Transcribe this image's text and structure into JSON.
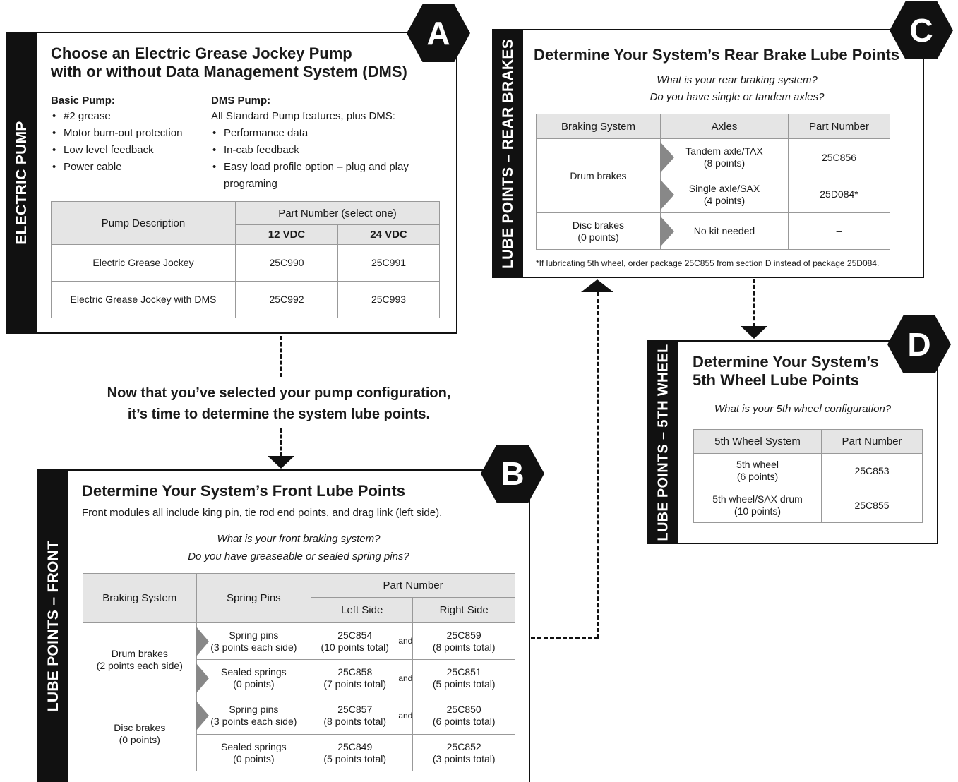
{
  "panel_a": {
    "badge": "A",
    "sidebar": "ELECTRIC PUMP",
    "title_line1": "Choose an Electric Grease Jockey Pump",
    "title_line2": "with or without Data Management System (DMS)",
    "basic_heading": "Basic Pump:",
    "basic_items": [
      "#2 grease",
      "Motor burn-out protection",
      "Low level feedback",
      "Power cable"
    ],
    "dms_heading": "DMS Pump:",
    "dms_intro": "All Standard Pump features, plus DMS:",
    "dms_items": [
      "Performance data",
      "In-cab feedback",
      "Easy load profile option – plug and play programing"
    ],
    "table": {
      "col_desc": "Pump Description",
      "col_part": "Part Number (select one)",
      "col_12": "12 VDC",
      "col_24": "24 VDC",
      "rows": [
        {
          "desc": "Electric Grease Jockey",
          "v12": "25C990",
          "v24": "25C991"
        },
        {
          "desc": "Electric Grease Jockey with DMS",
          "v12": "25C992",
          "v24": "25C993"
        }
      ]
    }
  },
  "transition": {
    "line1": "Now that you’ve selected your pump configuration,",
    "line2": "it’s time to determine the system lube points."
  },
  "panel_b": {
    "badge": "B",
    "sidebar": "LUBE POINTS – FRONT",
    "title": "Determine Your System’s Front Lube Points",
    "subtitle": "Front modules all include king pin, tie rod end points, and drag link (left side).",
    "q1": "What is your front braking system?",
    "q2": "Do you have greaseable or sealed spring pins?",
    "table": {
      "col_brake": "Braking System",
      "col_spring": "Spring Pins",
      "col_part": "Part Number",
      "col_left": "Left Side",
      "col_right": "Right Side",
      "and": "and",
      "groups": [
        {
          "brake1": "Drum brakes",
          "brake2": "(2 points each side)",
          "rows": [
            {
              "spring1": "Spring pins",
              "spring2": "(3 points each side)",
              "left1": "25C854",
              "left2": "(10 points total)",
              "right1": "25C859",
              "right2": "(8 points total)"
            },
            {
              "spring1": "Sealed springs",
              "spring2": "(0 points)",
              "left1": "25C858",
              "left2": "(7 points total)",
              "right1": "25C851",
              "right2": "(5 points total)"
            }
          ]
        },
        {
          "brake1": "Disc brakes",
          "brake2": "(0 points)",
          "rows": [
            {
              "spring1": "Spring pins",
              "spring2": "(3 points each side)",
              "left1": "25C857",
              "left2": "(8 points total)",
              "right1": "25C850",
              "right2": "(6 points total)"
            },
            {
              "spring1": "Sealed springs",
              "spring2": "(0 points)",
              "left1": "25C849",
              "left2": "(5 points total)",
              "right1": "25C852",
              "right2": "(3 points total)"
            }
          ]
        }
      ]
    }
  },
  "panel_c": {
    "badge": "C",
    "sidebar": "LUBE POINTS – REAR BRAKES",
    "title": "Determine Your System’s Rear Brake Lube Points",
    "q1": "What is your rear braking system?",
    "q2": "Do you have single or tandem axles?",
    "table": {
      "col_brake": "Braking System",
      "col_axles": "Axles",
      "col_part": "Part Number",
      "drum": "Drum brakes",
      "tandem1": "Tandem axle/TAX",
      "tandem2": "(8 points)",
      "tandem_part": "25C856",
      "single1": "Single axle/SAX",
      "single2": "(4 points)",
      "single_part": "25D084*",
      "disc1": "Disc brakes",
      "disc2": "(0 points)",
      "disc_axles": "No kit needed",
      "disc_part": "–"
    },
    "footnote": "*If lubricating 5th wheel, order package 25C855 from section D instead of package 25D084."
  },
  "panel_d": {
    "badge": "D",
    "sidebar": "LUBE POINTS – 5TH WHEEL",
    "title_line1": "Determine Your System’s",
    "title_line2": "5th Wheel Lube Points",
    "q1": "What is your 5th wheel configuration?",
    "table": {
      "col_system": "5th Wheel System",
      "col_part": "Part Number",
      "rows": [
        {
          "sys1": "5th wheel",
          "sys2": "(6 points)",
          "part": "25C853"
        },
        {
          "sys1": "5th wheel/SAX drum",
          "sys2": "(10 points)",
          "part": "25C855"
        }
      ]
    }
  }
}
